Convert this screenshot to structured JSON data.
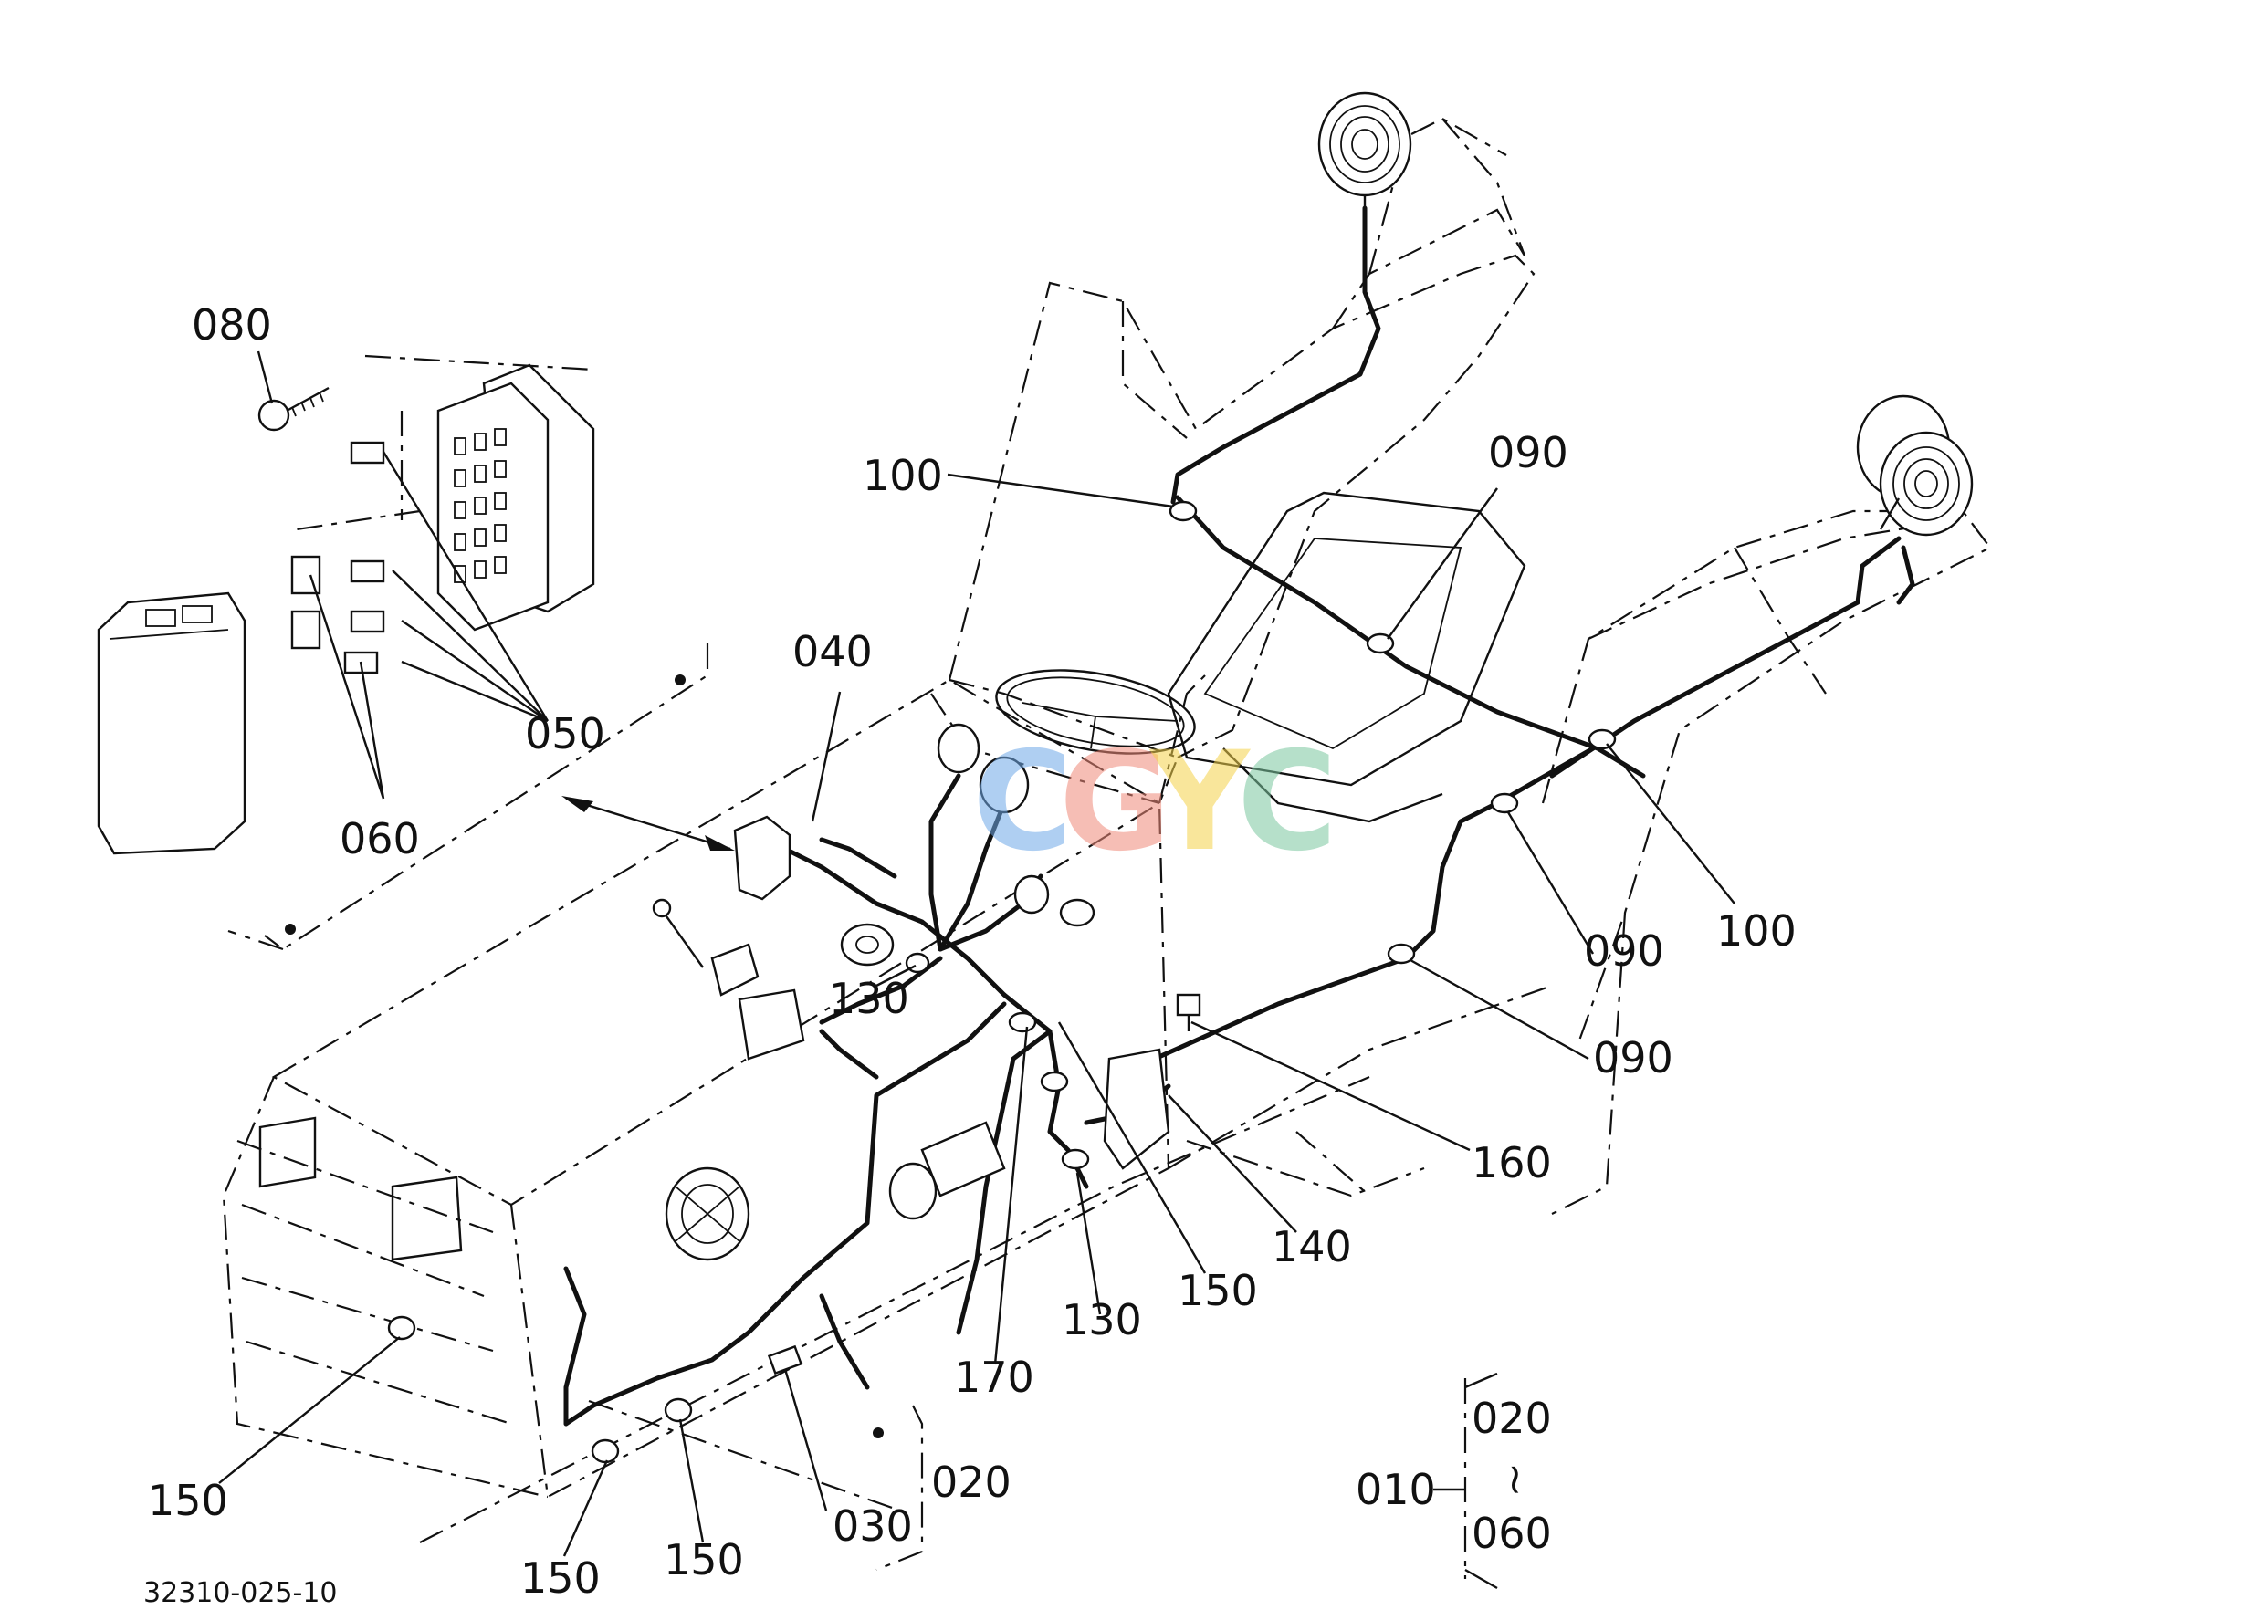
{
  "drawing_number": "32310-025-10",
  "callouts": {
    "c080": "080",
    "c100_top": "100",
    "c090_top": "090",
    "c040": "040",
    "c050": "050",
    "c060": "060",
    "c130_upper": "130",
    "c100_right": "100",
    "c090_mid": "090",
    "c090_low": "090",
    "c160": "160",
    "c140": "140",
    "c150_mid": "150",
    "c130_lower": "130",
    "c170": "170",
    "c150_left": "150",
    "c150_bottom1": "150",
    "c150_bottom2": "150",
    "c030": "030",
    "c020": "020"
  },
  "legend": {
    "assembly": "010",
    "range_start": "020",
    "range_mark": "~",
    "range_end": "060"
  },
  "watermark": {
    "letters": [
      "C",
      "G",
      "Y",
      "C"
    ],
    "colors": [
      "#6fa8e8",
      "#f08a7a",
      "#f5d24a",
      "#7cc7a0"
    ]
  }
}
